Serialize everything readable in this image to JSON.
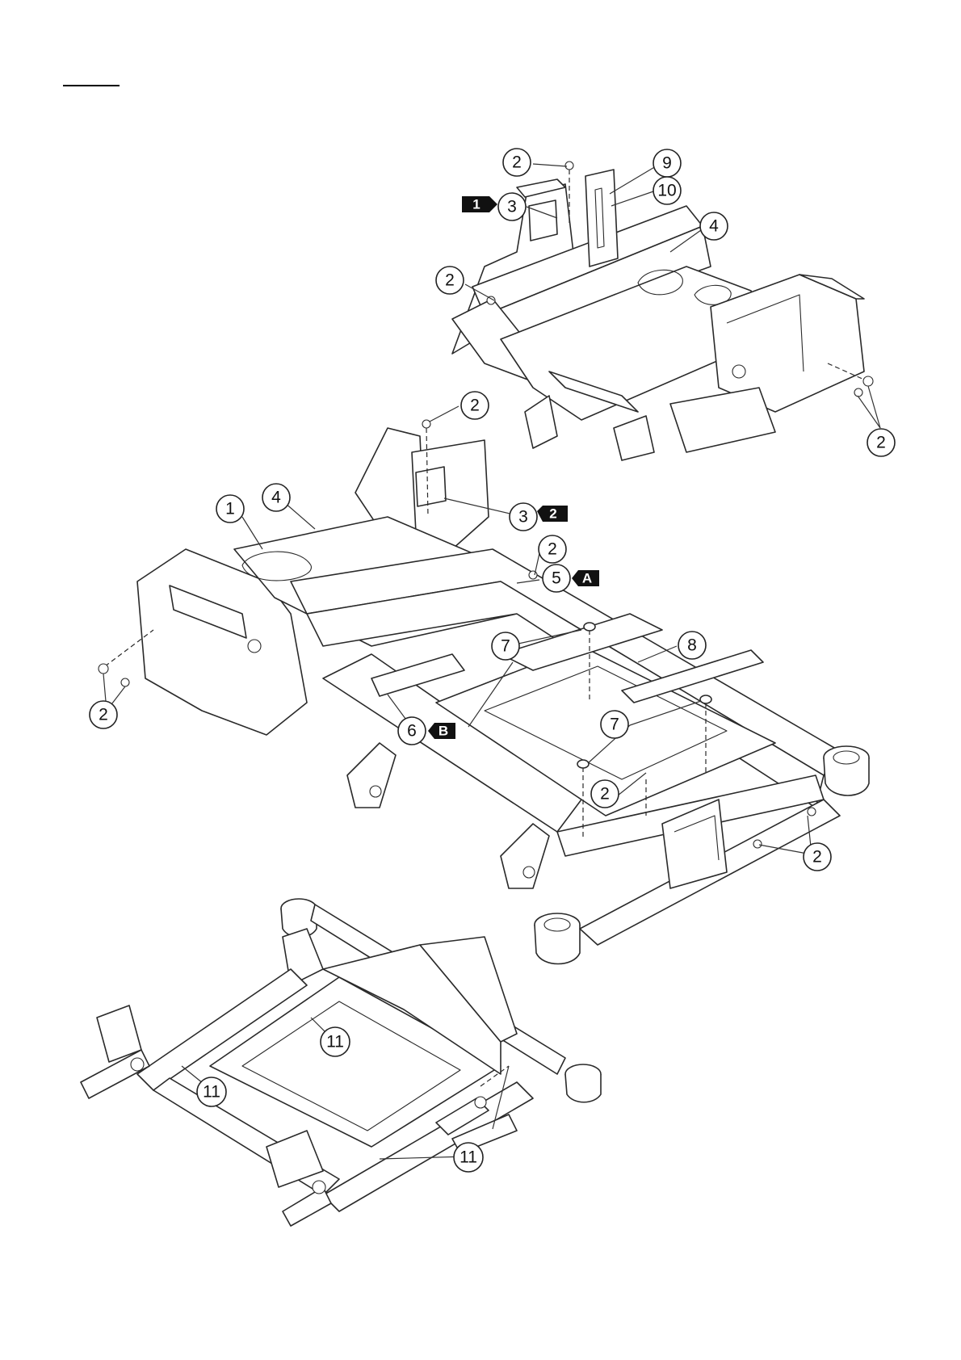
{
  "header_rule_color": "#000000",
  "callouts": {
    "top": [
      {
        "id": "t2a",
        "label": "2"
      },
      {
        "id": "t9",
        "label": "9"
      },
      {
        "id": "t10",
        "label": "10"
      },
      {
        "id": "t3",
        "label": "3"
      },
      {
        "id": "t4",
        "label": "4"
      },
      {
        "id": "t2b",
        "label": "2"
      },
      {
        "id": "t2c",
        "label": "2"
      }
    ],
    "middle": [
      {
        "id": "m2a",
        "label": "2"
      },
      {
        "id": "m1",
        "label": "1"
      },
      {
        "id": "m4",
        "label": "4"
      },
      {
        "id": "m3",
        "label": "3"
      },
      {
        "id": "m2b",
        "label": "2"
      },
      {
        "id": "m5",
        "label": "5"
      },
      {
        "id": "m7a",
        "label": "7"
      },
      {
        "id": "m8",
        "label": "8"
      },
      {
        "id": "m2c",
        "label": "2"
      },
      {
        "id": "m6",
        "label": "6"
      },
      {
        "id": "m7b",
        "label": "7"
      },
      {
        "id": "m2d",
        "label": "2"
      },
      {
        "id": "m2e",
        "label": "2"
      }
    ],
    "bottom": [
      {
        "id": "b11a",
        "label": "11"
      },
      {
        "id": "b11b",
        "label": "11"
      },
      {
        "id": "b11c",
        "label": "11"
      }
    ]
  },
  "tags": [
    {
      "id": "tag1",
      "label": "1"
    },
    {
      "id": "tag2",
      "label": "2"
    },
    {
      "id": "tagA",
      "label": "A"
    },
    {
      "id": "tagB",
      "label": "B"
    }
  ]
}
